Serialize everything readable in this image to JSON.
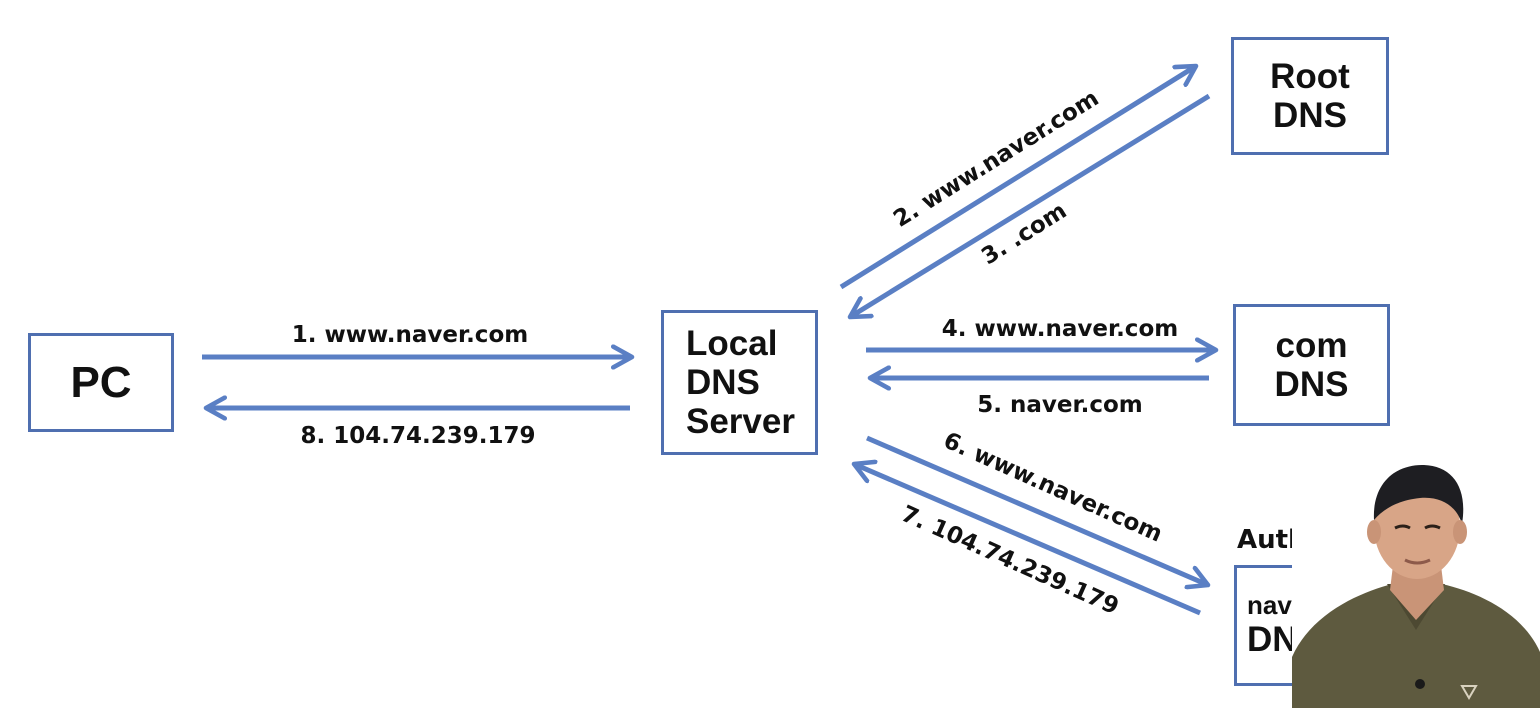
{
  "nodes": {
    "pc": {
      "lines": [
        "PC"
      ]
    },
    "local": {
      "lines": [
        "Local",
        "DNS",
        "Server"
      ]
    },
    "root": {
      "lines": [
        "Root",
        "DNS"
      ]
    },
    "com": {
      "lines": [
        "com",
        "DNS"
      ]
    },
    "auth": {
      "caption": "Authorativ",
      "lines": [
        "naver.c",
        "DNS"
      ]
    }
  },
  "steps": [
    {
      "label": "1. www.naver.com"
    },
    {
      "label": "2. www.naver.com"
    },
    {
      "label": "3. .com"
    },
    {
      "label": "4. www.naver.com"
    },
    {
      "label": "5. naver.com"
    },
    {
      "label": "6. www.naver.com"
    },
    {
      "label": "7. 104.74.239.179"
    },
    {
      "label": "8. 104.74.239.179"
    }
  ],
  "colors": {
    "arrow": "#5a7fc4",
    "box_border": "#4f6fb0",
    "text": "#111111"
  },
  "presenter": {
    "icon": "presenter-video-overlay"
  }
}
